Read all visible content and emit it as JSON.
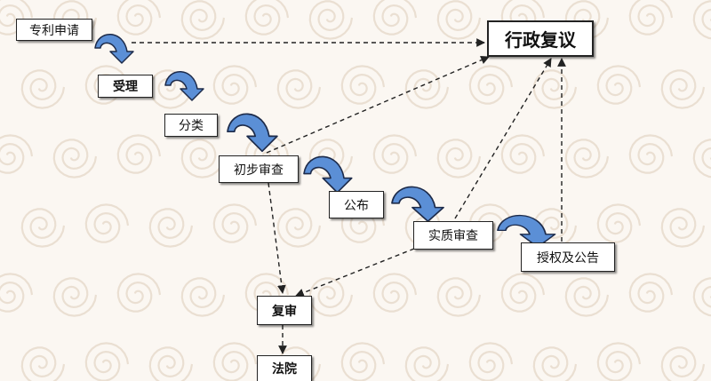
{
  "colors": {
    "background": "#fbf7f2",
    "pattern": "#eadfd2",
    "curve_arrow_fill": "#5b8fd6",
    "curve_arrow_stroke": "#1d2b4a",
    "dashed_line": "#222222"
  },
  "steps": {
    "application": "专利申请",
    "acceptance": "受理",
    "classification": "分类",
    "preliminary_exam": "初步审查",
    "publication": "公布",
    "substantive_exam": "实质审查",
    "grant": "授权及公告",
    "reexamination": "复审",
    "court": "法院",
    "admin_review": "行政复议"
  }
}
